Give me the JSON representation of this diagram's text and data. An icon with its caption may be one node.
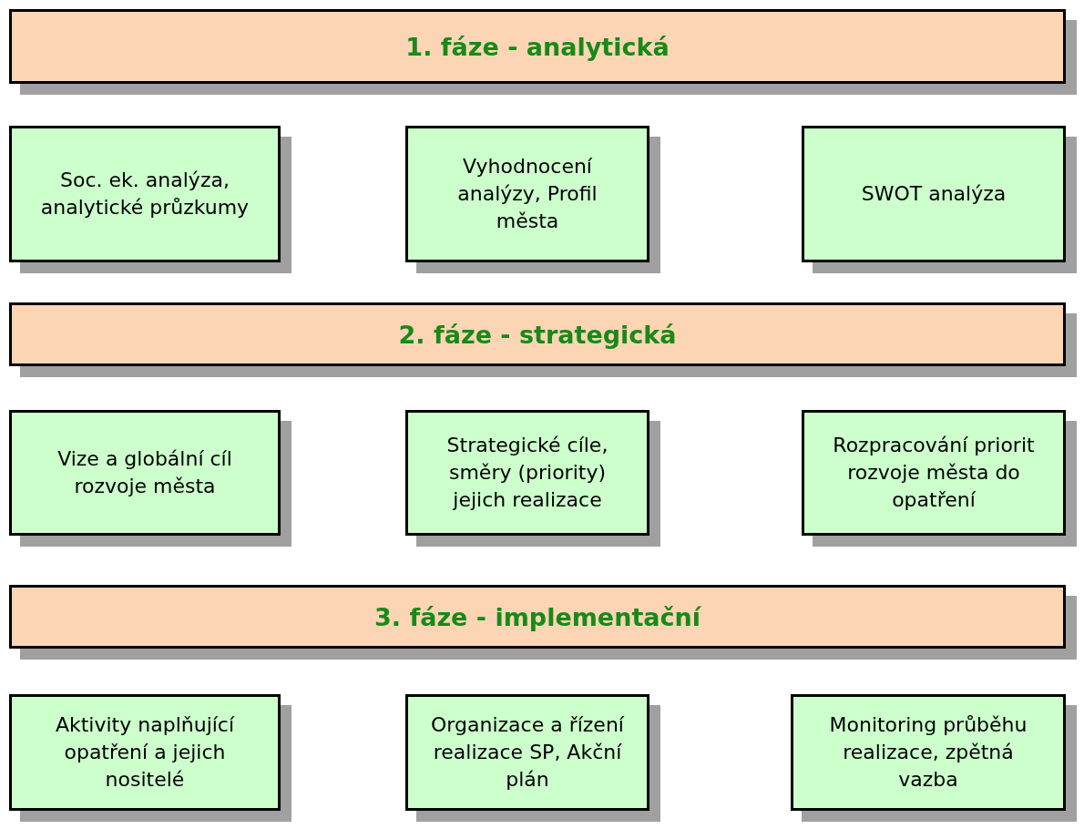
{
  "diagram": {
    "nodes": [
      {
        "text": [
          "1. fáze - analytická"
        ]
      },
      {
        "text": [
          "Soc. ek. analýza, analytické průzkumy"
        ]
      },
      {
        "text": [
          "Vyhodnocení analýzy, Profil města"
        ]
      },
      {
        "text": [
          "SWOT analýza"
        ]
      },
      {
        "text": [
          "2. fáze - strategická"
        ]
      },
      {
        "text": [
          "Vize a globální cíl rozvoje města"
        ]
      },
      {
        "text": [
          "Strategické cíle, směry (priority) jejich realizace"
        ]
      },
      {
        "text": [
          "Rozpracování priorit rozvoje města do opatření"
        ]
      },
      {
        "text": [
          "3. fáze - implementační"
        ]
      },
      {
        "text": [
          "Aktivity naplňující opatření a jejich nositelé"
        ]
      },
      {
        "text": [
          "Organizace a řízení realizace SP, Akční plán"
        ]
      },
      {
        "text": [
          "Monitoring průběhu realizace, zpětná vazba"
        ]
      }
    ]
  }
}
